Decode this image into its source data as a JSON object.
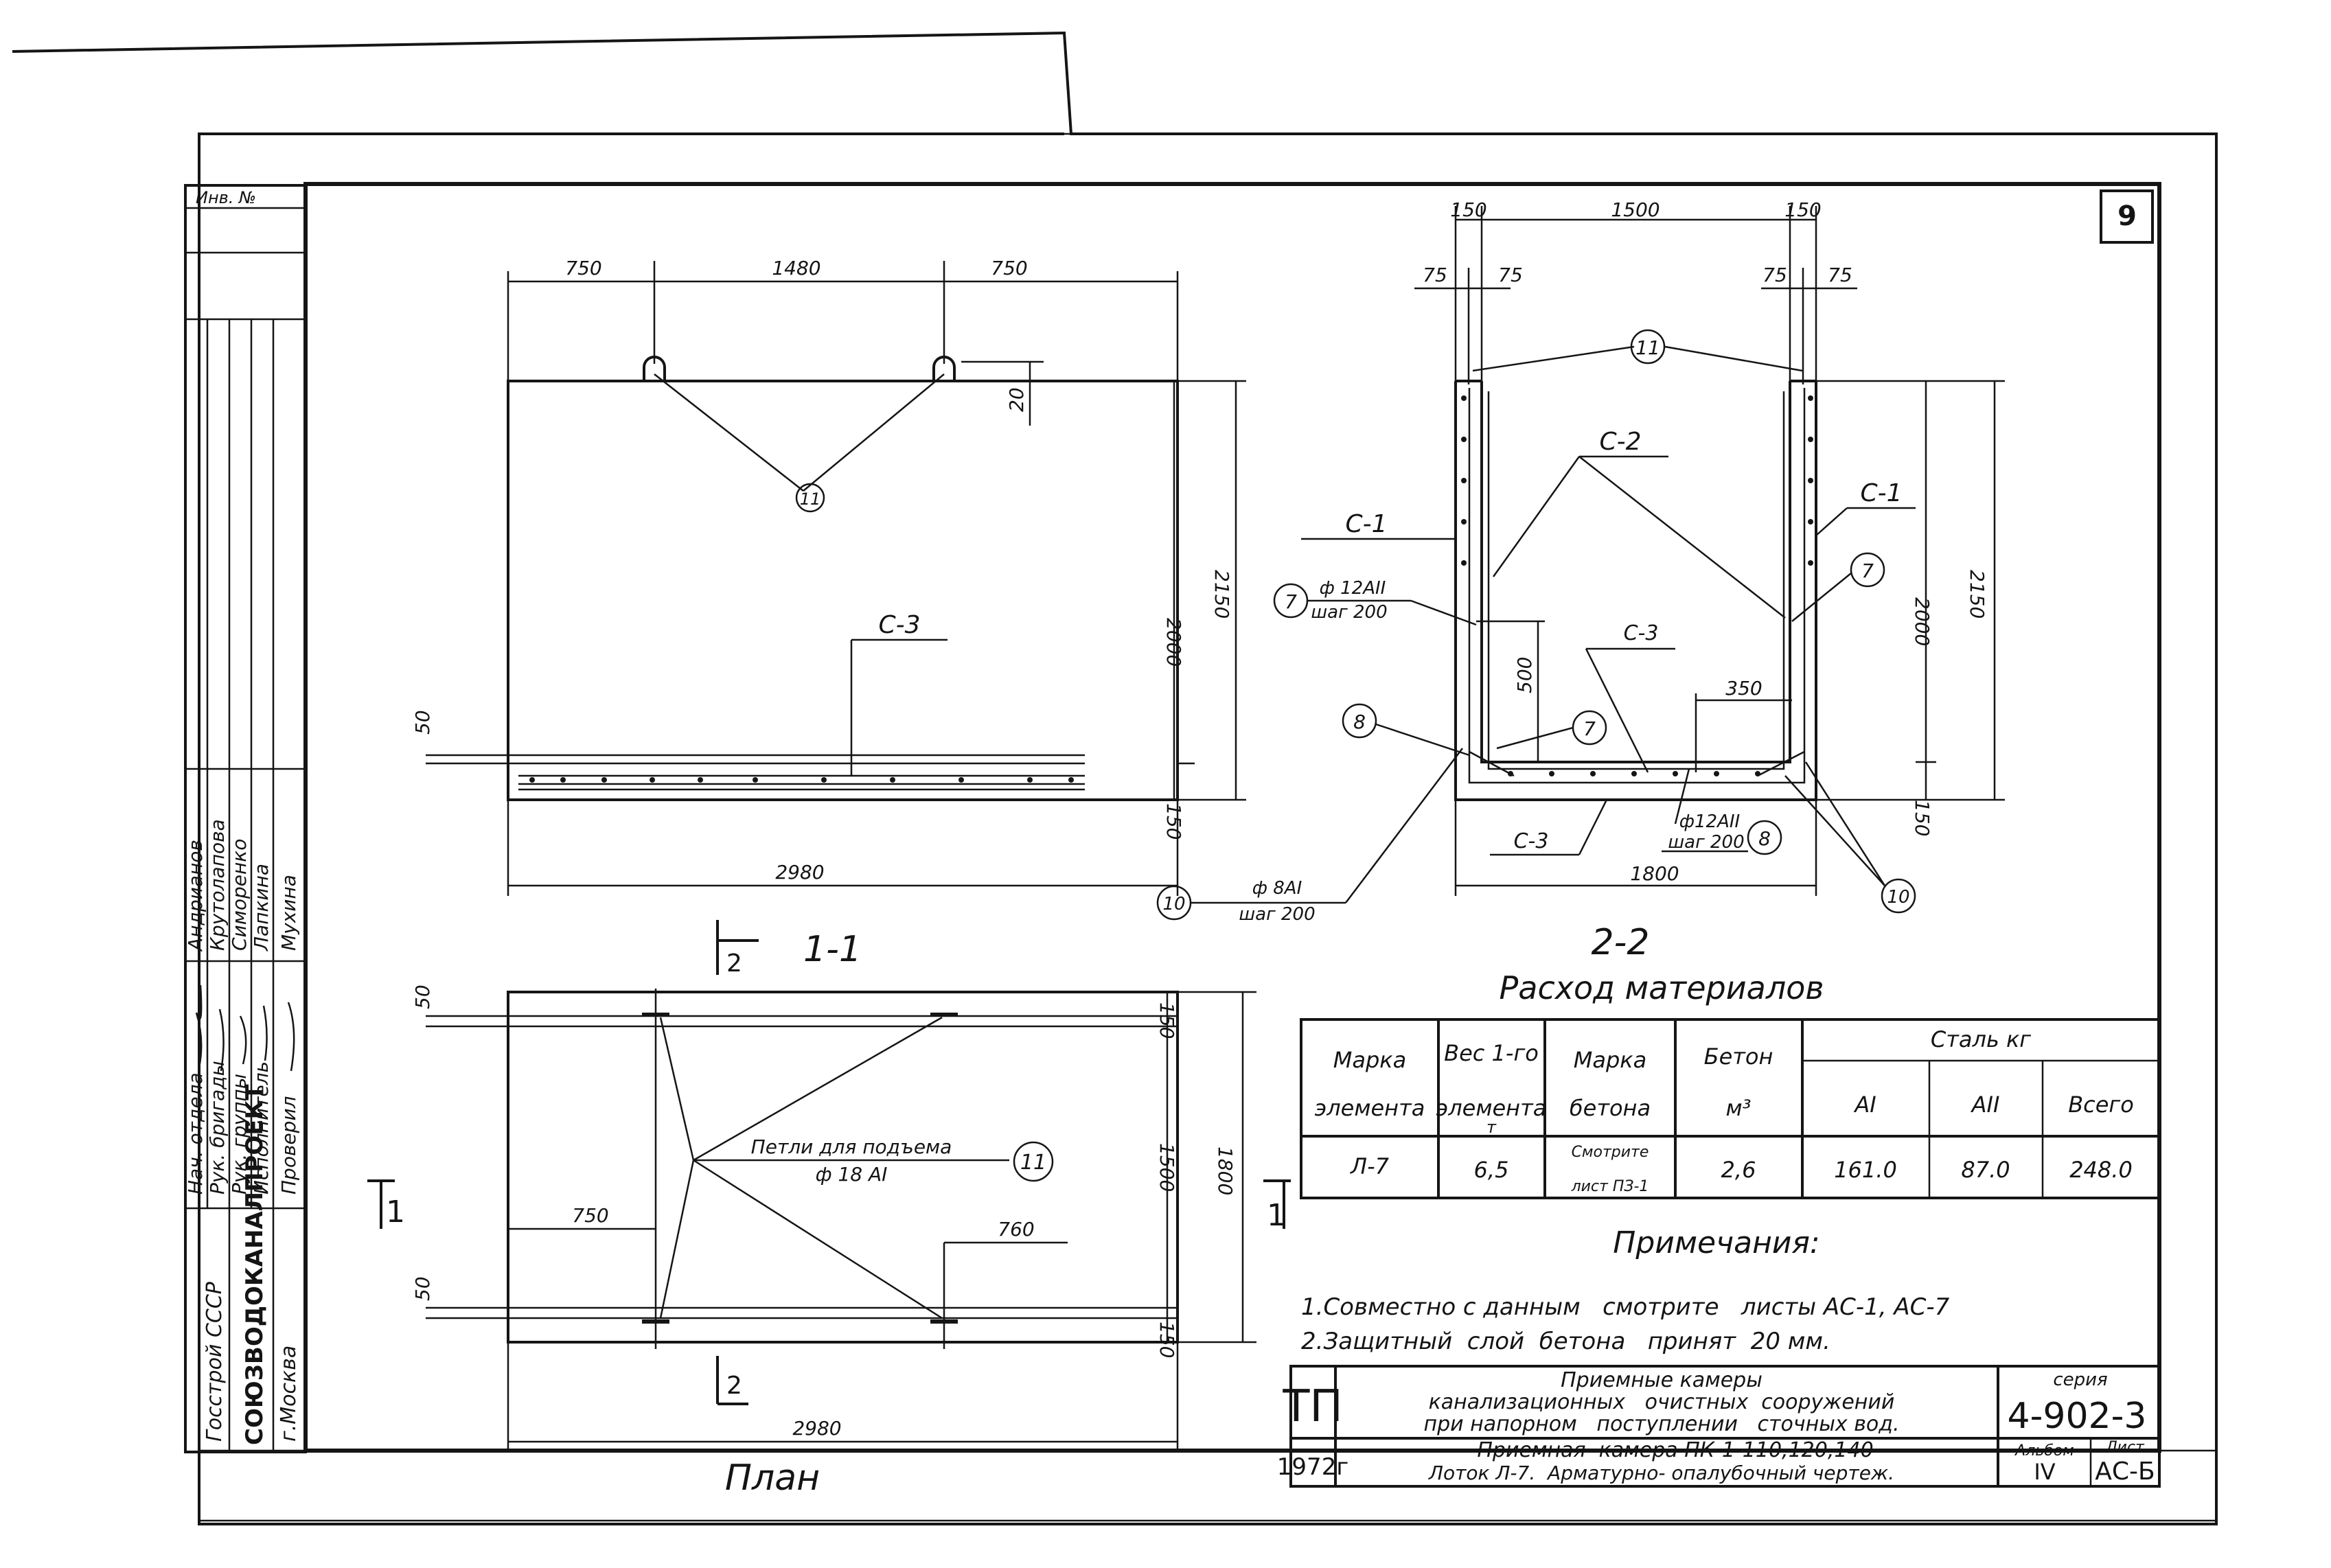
{
  "sheet_number": "9",
  "inv_label": "Инв. №",
  "left_stamp": {
    "organization": "Госстрой СССР",
    "institute": "СОЮЗВОДОКАНАЛПРОЕКТ",
    "city": "г.Москва",
    "roles": [
      "Нач. отдела",
      "Рук. бригады",
      "Рук. группы",
      "Исполнитель",
      "Проверил"
    ],
    "names": [
      "Андрианов",
      "Крутолапова",
      "Симоренко",
      "Лапкина",
      "Мухина"
    ]
  },
  "section_1_1": {
    "title": "1-1",
    "marker": "2",
    "dims_top": [
      "750",
      "1480",
      "750"
    ],
    "dims_right": [
      "2000",
      "2150",
      "150"
    ],
    "dim_small": "50",
    "dim_loop": "20",
    "width": "2980",
    "callout_c3": "С-3",
    "callout_11": "11"
  },
  "section_2_2": {
    "title": "2-2",
    "dims_top": [
      "150",
      "1500",
      "150"
    ],
    "dims_sub": [
      "75",
      "75",
      "75",
      "75"
    ],
    "dims_right": [
      "2000",
      "2150",
      "150"
    ],
    "dim_500": "500",
    "dim_350": "350",
    "width": "1800",
    "c1_left": "С-1",
    "c1_right": "С-1",
    "c2": "С-2",
    "c3_mid": "С-3",
    "c3_bottom": "С-3",
    "rebar_7": "ф 12AII",
    "rebar_7_step": "шаг 200",
    "rebar_8": "ф12AII",
    "rebar_8_step": "шаг 200",
    "rebar_10": "ф 8AI",
    "rebar_10_step": "шаг 200",
    "circle_labels": [
      "11",
      "7",
      "7",
      "7",
      "8",
      "8",
      "10",
      "10"
    ]
  },
  "plan": {
    "title": "План",
    "marker_1_left": "1",
    "marker_1_right": "1",
    "marker_2_bottom": "2",
    "dims_left": [
      "50",
      "50"
    ],
    "dims_right": [
      "150",
      "1500",
      "150"
    ],
    "dim_total": "1800",
    "dim_750": "750",
    "dim_760": "760",
    "width": "2980",
    "loops_label": "Петли для подъема",
    "loops_rebar": "ф 18 AI",
    "circle_11": "11"
  },
  "materials": {
    "caption": "Расход материалов",
    "headers": {
      "mark_1": "Марка",
      "mark_2": "элемента",
      "weight_1": "Вес 1-го",
      "weight_2": "элемента",
      "weight_unit": "т",
      "conc_mark_1": "Марка",
      "conc_mark_2": "бетона",
      "concrete": "Бетон",
      "concrete_unit": "м³",
      "steel": "Сталь кг",
      "ai": "AI",
      "aii": "AII",
      "total": "Всего"
    },
    "row": {
      "mark": "Л-7",
      "weight": "6,5",
      "conc_mark_1": "Смотрите",
      "conc_mark_2": "лист ПЗ-1",
      "concrete": "2,6",
      "ai": "161.0",
      "aii": "87.0",
      "total": "248.0"
    }
  },
  "notes": {
    "title": "Примечания:",
    "items": [
      "1.Совместно с данным   смотрите   листы АС-1, АС-7",
      "2.Защитный  слой  бетона   принят  20 мм."
    ]
  },
  "title_block": {
    "logo": "ТП",
    "year": "1972г",
    "project_line_1": "Приемные камеры",
    "project_line_2": "канализационных   очистных  сооружений",
    "project_line_3": "при напорном   поступлении   сточных вод.",
    "sheet_line_1": "Приемная  камера ПК-1-110,120,140",
    "sheet_line_2": "Лоток Л-7.  Арматурно- опалубочный чертеж.",
    "series_label": "серия",
    "series_value": "4-902-3",
    "album_label": "Альбом",
    "album_value": "IV",
    "sheet_label": "Лист",
    "sheet_value": "АС-Б"
  }
}
